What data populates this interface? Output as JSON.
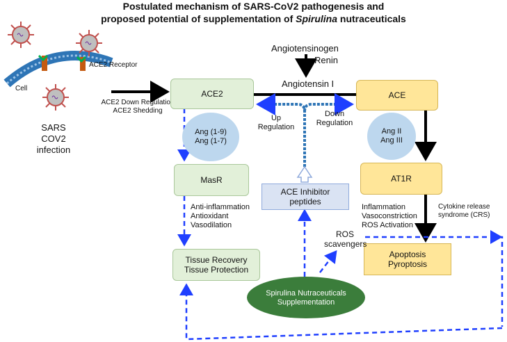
{
  "title": {
    "line1": "Postulated mechanism of SARS-CoV2 pathogenesis and",
    "line2_pre": "proposed potential of supplementation of ",
    "line2_italic": "Spirulina",
    "line2_post": " nutraceuticals"
  },
  "nodes": {
    "ace2": "ACE2",
    "ace": "ACE",
    "masr": "MasR",
    "at1r": "AT1R",
    "tissue_1": "Tissue Recovery",
    "tissue_2": "Tissue Protection",
    "apoptosis_1": "Apoptosis",
    "apoptosis_2": "Pyroptosis",
    "ace_inhibitor_1": "ACE Inhibitor",
    "ace_inhibitor_2": "peptides",
    "spirulina_1": "Spirulina Nutraceuticals",
    "spirulina_2": "Supplementation",
    "ang19": "Ang (1-9)",
    "ang17": "Ang (1-7)",
    "ang2": "Ang II",
    "ang3": "Ang III"
  },
  "labels": {
    "cell": "Cell",
    "ace2_receptor": "ACE2 Receptor",
    "ace2_down": "ACE2 Down Regulation",
    "ace2_shed": "ACE2 Shedding",
    "sars_1": "SARS",
    "sars_2": "COV2",
    "sars_3": "infection",
    "angiotensinogen": "Angiotensinogen",
    "renin": "Renin",
    "angiotensin1": "Angiotensin I",
    "up_1": "Up",
    "up_2": "Regulation",
    "down_1": "Down",
    "down_2": "Regulation",
    "anti_1": "Anti-inflammation",
    "anti_2": "Antioxidant",
    "anti_3": "Vasodilation",
    "infl_1": "Inflammation",
    "infl_2": "Vasoconstriction",
    "infl_3": "ROS Activation",
    "crs_1": "Cytokine release",
    "crs_2": "syndrome (CRS)",
    "ros_1": "ROS",
    "ros_2": "scavengers"
  },
  "colors": {
    "dashed_arrow": "#1f3fff",
    "wavy": "#2e75b6",
    "black_arrow": "#000000",
    "virus": "#c0504d",
    "membrane": "#2e75b6",
    "ellipse": "#3b7d3b"
  }
}
